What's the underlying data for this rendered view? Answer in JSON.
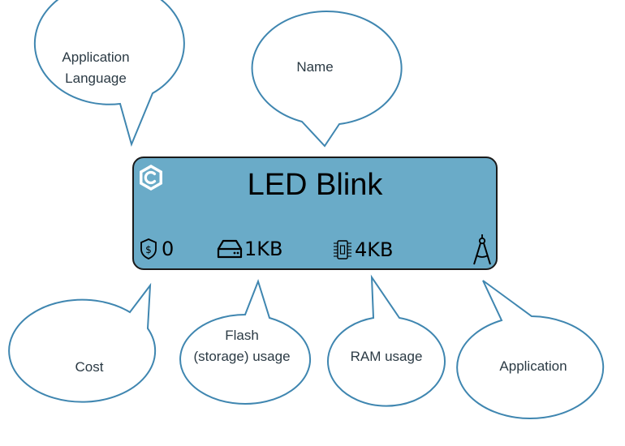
{
  "card": {
    "title": "LED Blink",
    "cost": "0",
    "flash": "1KB",
    "ram": "4KB",
    "background": "#6aabc8",
    "language_icon": "c-language-hexagon-icon",
    "cost_icon": "dollar-shield-icon",
    "flash_icon": "hard-drive-icon",
    "ram_icon": "memory-chip-icon",
    "application_icon": "drafting-compass-icon"
  },
  "callouts": {
    "language": [
      "Application",
      "Language"
    ],
    "name": [
      "Name"
    ],
    "cost": [
      "Cost"
    ],
    "flash": [
      "Flash",
      "(storage) usage"
    ],
    "ram": [
      "RAM usage"
    ],
    "application": [
      "Application"
    ]
  },
  "colors": {
    "callout_stroke": "#3f86b0",
    "card_border": "#1a1a1a"
  }
}
